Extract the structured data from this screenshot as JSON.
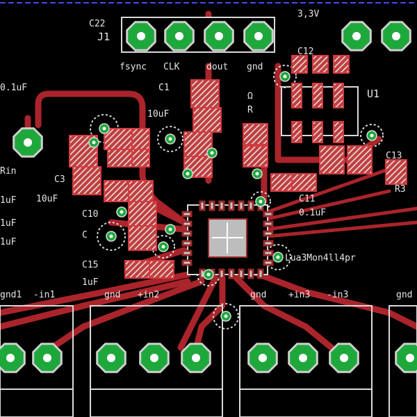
{
  "board": {
    "background": "#000000",
    "colors": {
      "copper": "#b3262d",
      "pad": "#c7c7c7",
      "via": "#1ea83c",
      "silk": "#e6e6e6",
      "dimension": "#3b4cff"
    }
  },
  "labels": {
    "j1": "J1",
    "c22": "C22",
    "v33": "3,3V",
    "fsync": "fsync",
    "dout": "dout",
    "clk": "CLK",
    "gnd_top": "gnd",
    "c1": "C1",
    "ohm": "Ω",
    "c_cap": "C",
    "t_10uf_1": "10uF",
    "t_0p1uf_1": "0.1uF",
    "c12": "C12",
    "u1": "U1",
    "r_cap": "R",
    "rin": "Rin",
    "c3": "C3",
    "t_1uf_1": "1uF",
    "t_10uf_2": "10uF",
    "c10": "C10",
    "c11": "C11",
    "t_0p1uf_2": "0.1uF",
    "c15": "C15",
    "t_1uf_2": "1uF",
    "t_1uf_3": "1uF",
    "t_1uf_4": "1uF",
    "mcu_name": "Lua3Mon4ll4pr",
    "c13": "C13",
    "r3": "R3",
    "gnd1": "gnd1",
    "in1m": "-in1",
    "gnd2": "gnd",
    "in2p": "+in2",
    "gnd3": "gnd",
    "in3p": "+in3",
    "in3m": "-in3",
    "gnd4": "gnd"
  }
}
